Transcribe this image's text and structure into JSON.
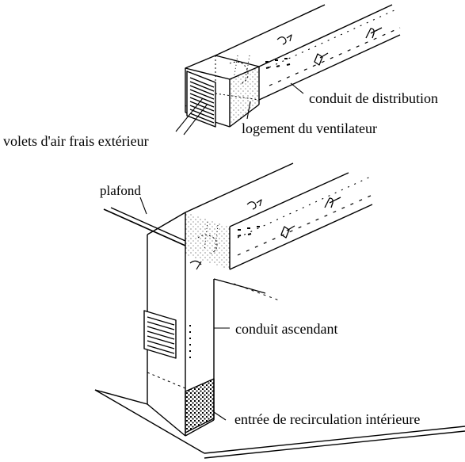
{
  "labels": {
    "top_distribution_duct": "conduit de distribution",
    "fan_housing": "logement du ventilateur",
    "outdoor_dampers": "volets d'air frais extérieur",
    "ceiling": "plafond",
    "riser_duct": "conduit  ascendant",
    "recirculation_inlet": "entrée de recirculation intérieure"
  },
  "colors": {
    "ink": "#000000",
    "paper": "#ffffff"
  }
}
